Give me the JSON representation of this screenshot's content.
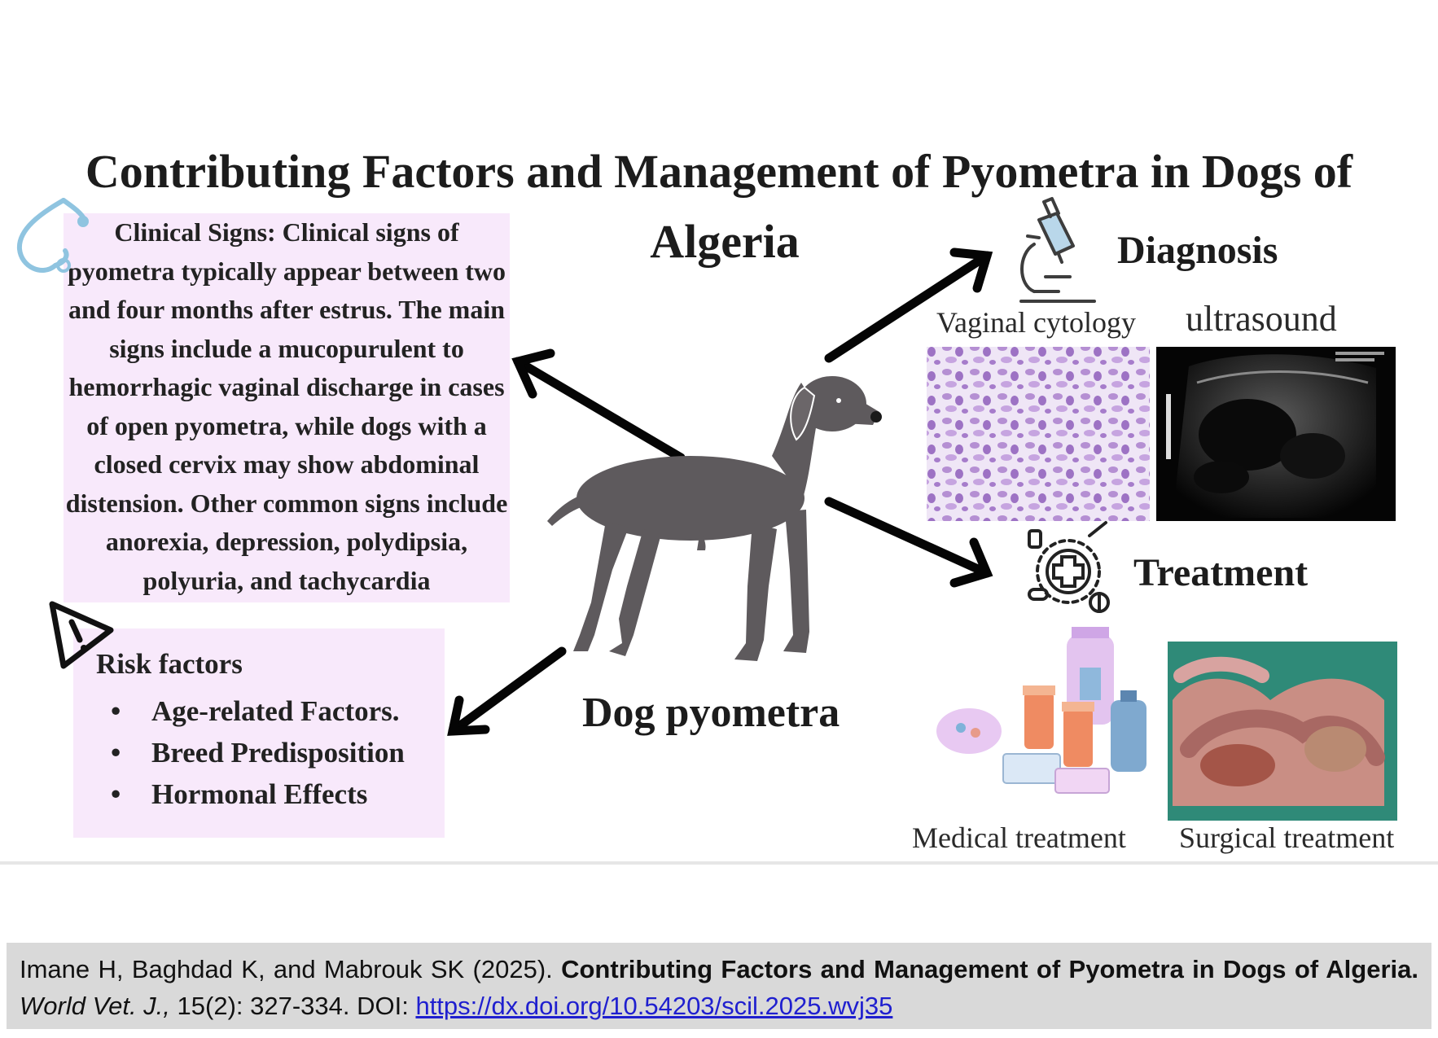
{
  "title_line1": "Contributing Factors and Management of Pyometra in Dogs of",
  "title_line2": "Algeria",
  "clinical_signs": "Clinical Signs: Clinical signs of pyometra typically appear between two and four months after estrus. The main signs include a mucopurulent to hemorrhagic vaginal discharge in cases of open pyometra, while dogs with a closed cervix may show abdominal distension. Other common signs include anorexia, depression, polydipsia, polyuria, and tachycardia",
  "risk": {
    "title": "Risk factors",
    "bullet": "•",
    "items": [
      "Age-related Factors.",
      "Breed Predisposition",
      "Hormonal Effects"
    ]
  },
  "center_label": "Dog pyometra",
  "diagnosis": {
    "label": "Diagnosis",
    "caption_cytology": "Vaginal cytology",
    "caption_ultrasound": "ultrasound"
  },
  "treatment": {
    "label": "Treatment",
    "caption_medical": "Medical treatment",
    "caption_surgical": "Surgical treatment"
  },
  "citation": {
    "authors": "Imane H, Baghdad K, and Mabrouk SK (2025). ",
    "title": "Contributing Factors and Management of Pyometra in Dogs of Algeria.",
    "journal": "World Vet. J.,",
    "volume": " 15(2): 327-334. DOI: ",
    "doi_url": "https://dx.doi.org/10.54203/scil.2025.wvj35"
  },
  "icons": [
    "stethoscope-icon",
    "warning-icon",
    "microscope-icon",
    "medical-cross-icon",
    "dog-silhouette"
  ],
  "colors": {
    "panel_pink": "#f8e9fb",
    "dog_gray": "#5e5a5d",
    "cytology_purple": "#b58fd3",
    "citation_bg": "#d9d9d9",
    "link_blue": "#1f1fcf"
  }
}
